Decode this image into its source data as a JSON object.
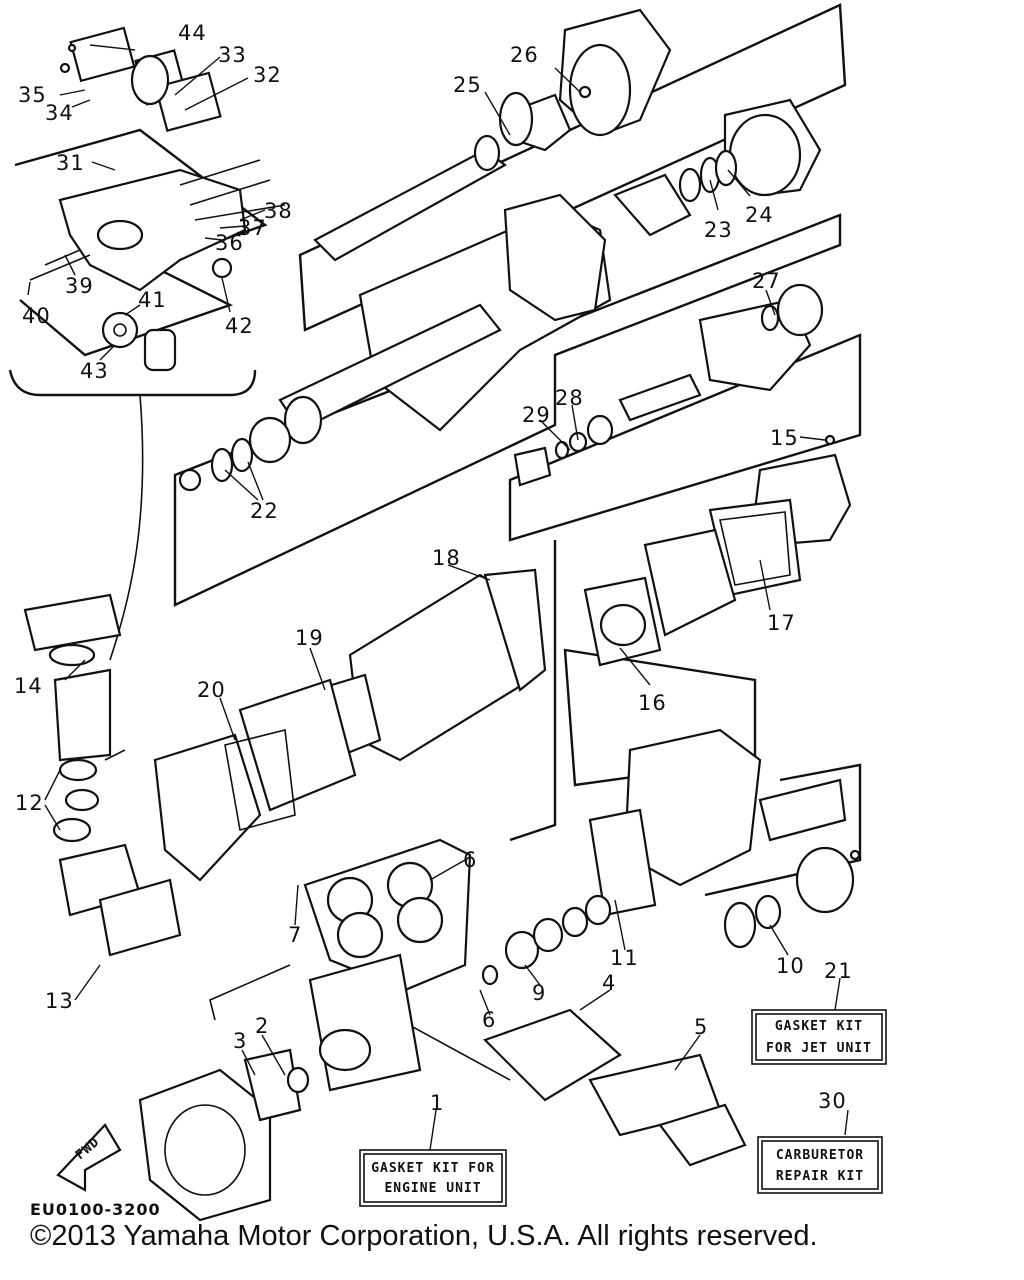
{
  "callouts": [
    "1",
    "2",
    "3",
    "4",
    "5",
    "6",
    "6",
    "7",
    "9",
    "10",
    "11",
    "12",
    "13",
    "14",
    "15",
    "16",
    "17",
    "18",
    "19",
    "20",
    "21",
    "22",
    "23",
    "24",
    "25",
    "26",
    "27",
    "28",
    "29",
    "30",
    "31",
    "32",
    "33",
    "34",
    "35",
    "36",
    "37",
    "38",
    "39",
    "40",
    "41",
    "42",
    "43",
    "44"
  ],
  "kits": {
    "engine": {
      "line1": "GASKET KIT FOR",
      "line2": "ENGINE UNIT"
    },
    "jet": {
      "line1": "GASKET KIT",
      "line2": "FOR JET UNIT"
    },
    "carb": {
      "line1": "CARBURETOR",
      "line2": "REPAIR KIT"
    }
  },
  "fwd_label": "FWD",
  "reference_code": "EU0100-3200",
  "copyright": "©2013 Yamaha Motor Corporation, U.S.A. All rights reserved."
}
